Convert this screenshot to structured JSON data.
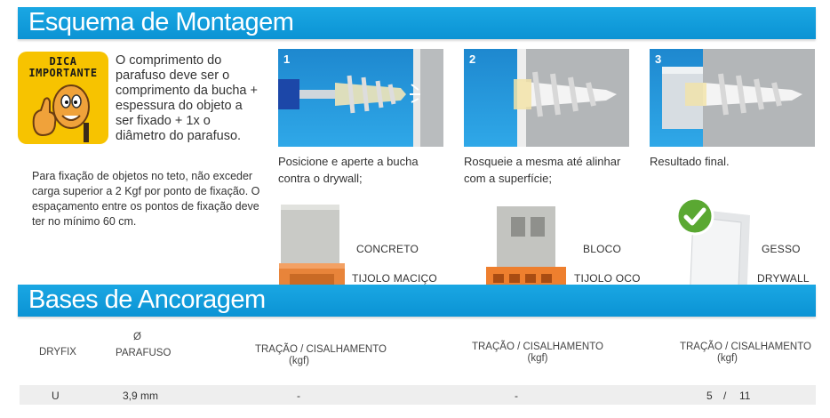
{
  "header": {
    "title": "Esquema de Montagem"
  },
  "tip": {
    "badge_line1": "DICA",
    "badge_line2": "IMPORTANTE",
    "text": "O comprimento do parafuso deve ser o comprimento da bucha + espessura do objeto a ser fixado + 1x o diâmetro do parafuso."
  },
  "note": {
    "text": "Para fixação de objetos  no teto, não exceder  carga superior a 2 Kgf por ponto de fixação. O espaçamento entre os pontos de fixação deve ter no mínimo 60 cm."
  },
  "steps": [
    {
      "number": "1",
      "caption": "Posicione e aperte a bucha contra o drywall;"
    },
    {
      "number": "2",
      "caption": "Rosqueie a mesma até alinhar com a superfície;"
    },
    {
      "number": "3",
      "caption": "Resultado final."
    }
  ],
  "materials": {
    "concreto": "CONCRETO",
    "tijolo_macico": "TIJOLO MACIÇO",
    "bloco": "BLOCO",
    "tijolo_oco": "TIJOLO OCO",
    "gesso": "GESSO",
    "drywall": "DRYWALL"
  },
  "section2": {
    "title": "Bases de Ancoragem"
  },
  "table": {
    "col_product": "DRYFIX",
    "col_diameter_symbol": "Ø",
    "col_diameter": "PARAFUSO",
    "col_load_1": "TRAÇÃO / CISALHAMENTO",
    "col_load_1_unit": "(kgf)",
    "col_load_2": "TRAÇÃO / CISALHAMENTO",
    "col_load_2_unit": "(kgf)",
    "col_load_3": "TRAÇÃO / CISALHAMENTO",
    "col_load_3_unit": "(kgf)",
    "row": {
      "product": "U",
      "diameter": "3,9 mm",
      "load_1": "-",
      "load_2": "-",
      "load_3_a": "5",
      "load_3_sep": "/",
      "load_3_b": "11"
    }
  },
  "colors": {
    "banner": "#0b93d4",
    "badge": "#f7c300",
    "check": "#5aa832"
  }
}
